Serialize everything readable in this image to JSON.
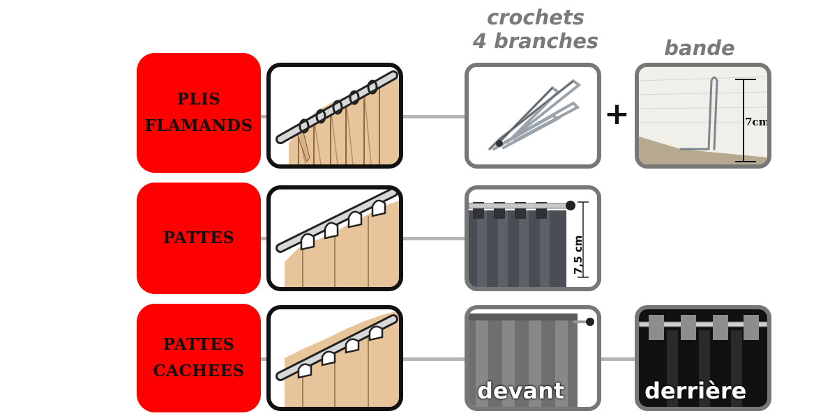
{
  "headings": {
    "crochets": [
      "crochets",
      "4 branches"
    ],
    "bande": "bande"
  },
  "rows": [
    {
      "label_lines": [
        "PLIS",
        "FLAMANDS"
      ]
    },
    {
      "label_lines": [
        "PATTES"
      ]
    },
    {
      "label_lines": [
        "PATTES",
        "CACHEES"
      ]
    }
  ],
  "annotations": {
    "plus": "+",
    "bande_measure": "7cm",
    "pattes_measure": "7,5 cm",
    "devant": "devant",
    "derriere": "derrière"
  },
  "colors": {
    "label_bg": "#ff0000",
    "fabric": "#e8c49a",
    "thumb_border": "#111111",
    "photo_border": "#777777"
  },
  "icons": [
    "curtain-rod-pinch-pleat-icon",
    "curtain-rod-tab-top-icon",
    "curtain-rod-hidden-tab-icon",
    "four-prong-hook-icon"
  ]
}
